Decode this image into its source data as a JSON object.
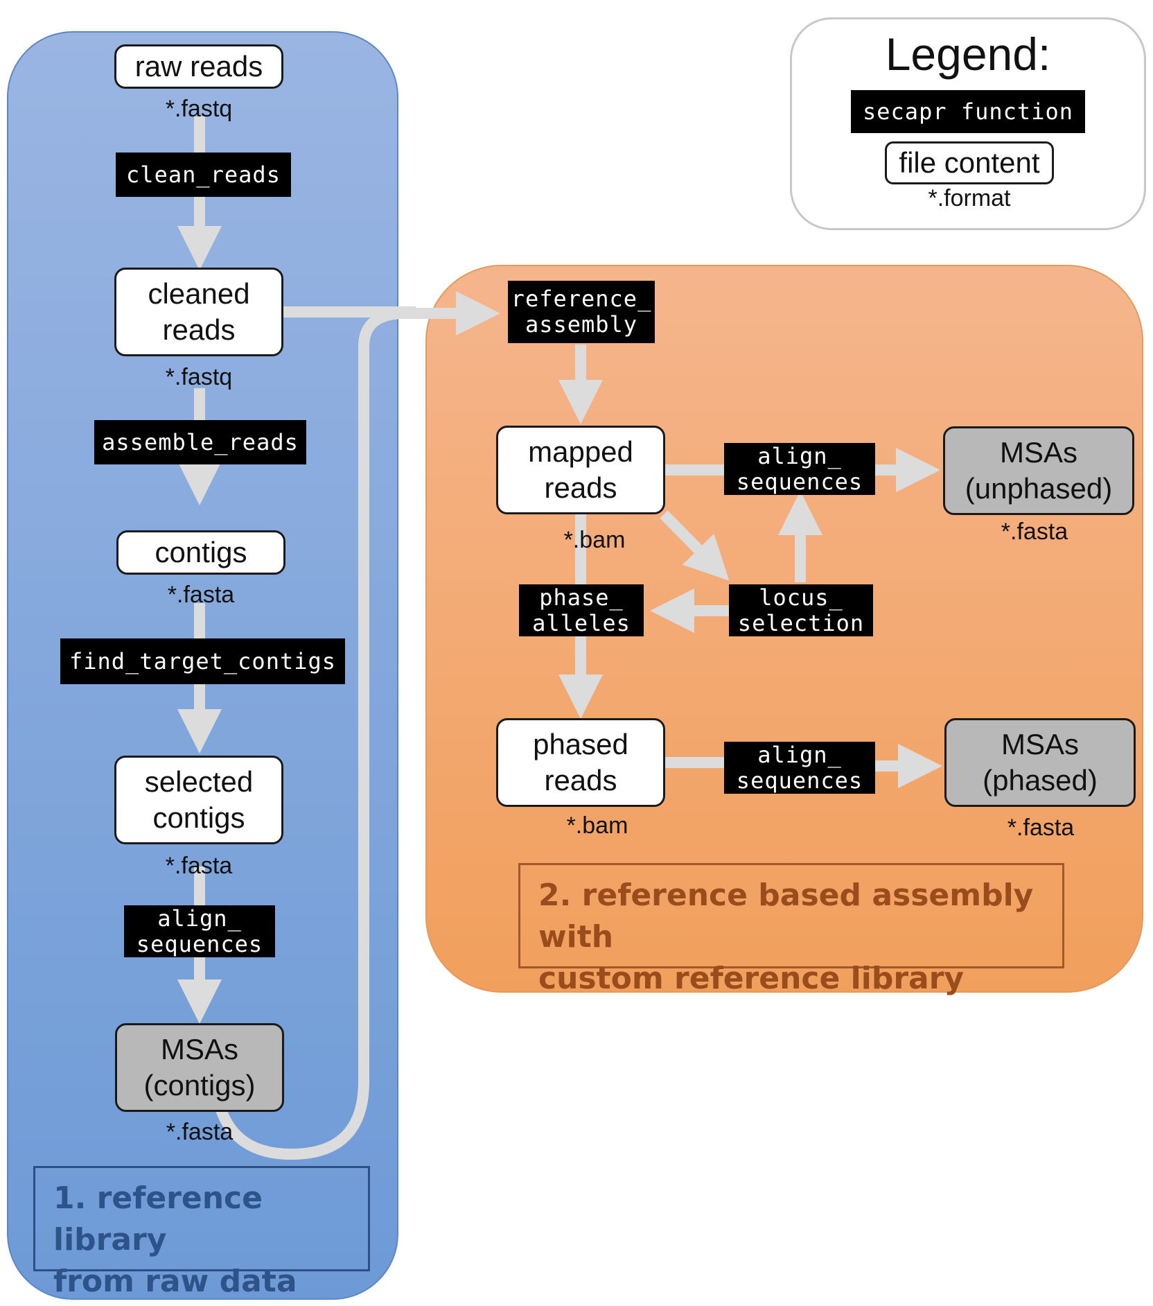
{
  "legend": {
    "title": "Legend:",
    "function_label": "secapr function",
    "file_label": "file content",
    "format_label": "*.format"
  },
  "section1": {
    "caption": "1. reference library\nfrom raw data",
    "nodes": {
      "raw_reads": "raw reads",
      "cleaned_reads": "cleaned\nreads",
      "contigs": "contigs",
      "selected_contigs": "selected\ncontigs",
      "msas_contigs": "MSAs\n(contigs)"
    },
    "formats": {
      "raw_reads": "*.fastq",
      "cleaned_reads": "*.fastq",
      "contigs": "*.fasta",
      "selected_contigs": "*.fasta",
      "msas_contigs": "*.fasta"
    },
    "functions": {
      "clean_reads": "clean_reads",
      "assemble_reads": "assemble_reads",
      "find_target_contigs": "find_target_contigs",
      "align_sequences": "align_\nsequences"
    }
  },
  "section2": {
    "caption": "2. reference based assembly with\ncustom reference library",
    "nodes": {
      "mapped_reads": "mapped\nreads",
      "phased_reads": "phased\nreads",
      "msas_unphased": "MSAs\n(unphased)",
      "msas_phased": "MSAs\n(phased)"
    },
    "formats": {
      "mapped_reads": "*.bam",
      "phased_reads": "*.bam",
      "msas_unphased": "*.fasta",
      "msas_phased": "*.fasta"
    },
    "functions": {
      "reference_assembly": "reference_\nassembly",
      "align_sequences_unphased": "align_\nsequences",
      "locus_selection": "locus_\nselection",
      "phase_alleles": "phase_\nalleles",
      "align_sequences_phased": "align_\nsequences"
    }
  },
  "colors": {
    "section1_fill": "#7fa6dc",
    "section2_fill": "#f3aa72",
    "arrow": "#dcdcdc",
    "function_box": "#000000",
    "result_node": "#b8b8b8"
  }
}
